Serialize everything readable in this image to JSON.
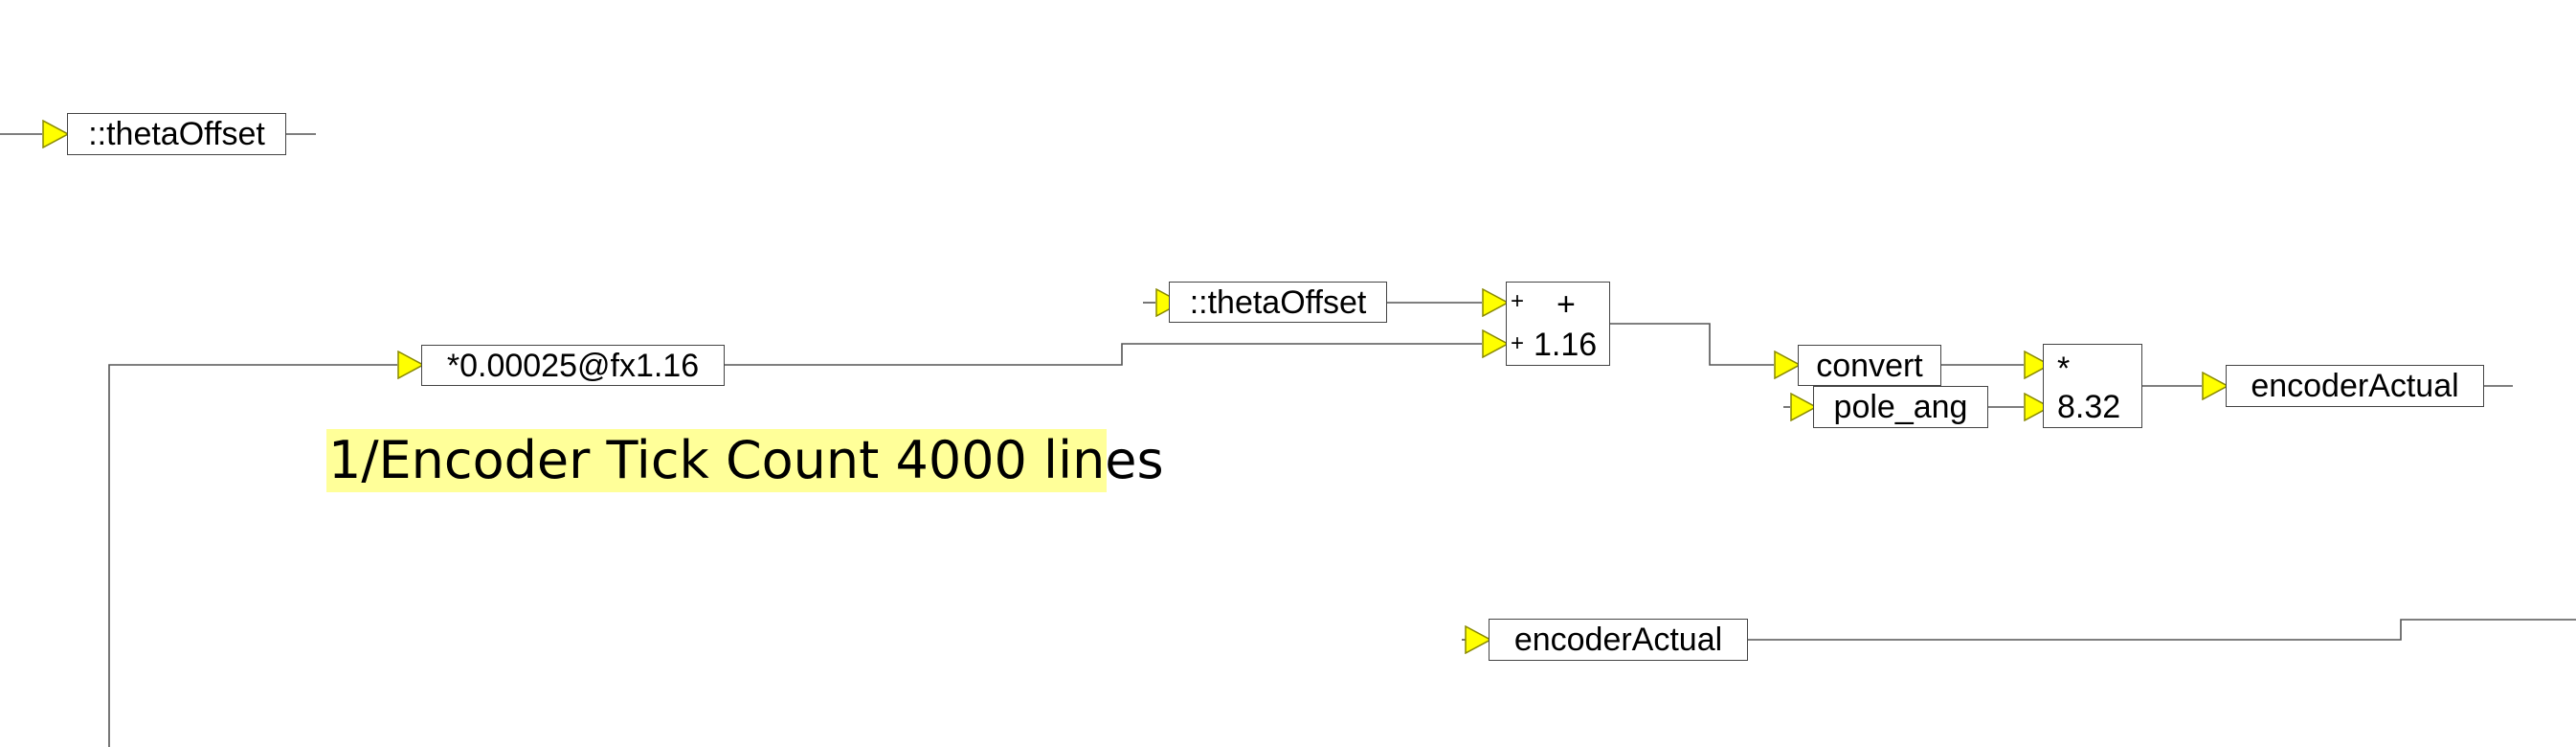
{
  "colors": {
    "canvas": "#ffffff",
    "wire": "#555555",
    "pin_fill": "#ffff00",
    "pin_stroke": "#888800",
    "block_border": "#444444",
    "comment_highlight": "#ffff99"
  },
  "blocks": {
    "theta_offset_top": "::thetaOffset",
    "theta_offset_mid": "::thetaOffset",
    "scale_factor": "*0.00025@fx1.16",
    "convert": "convert",
    "pole_ang": "pole_ang",
    "encoder_actual_out": "encoderActual",
    "encoder_actual_in": "encoderActual"
  },
  "adder": {
    "input_sign_1": "+",
    "input_sign_2": "+",
    "operator": "+",
    "format": "1.16"
  },
  "multiplier": {
    "operator": "*",
    "format": "8.32"
  },
  "comment": "1/Encoder Tick Count 4000 lines"
}
